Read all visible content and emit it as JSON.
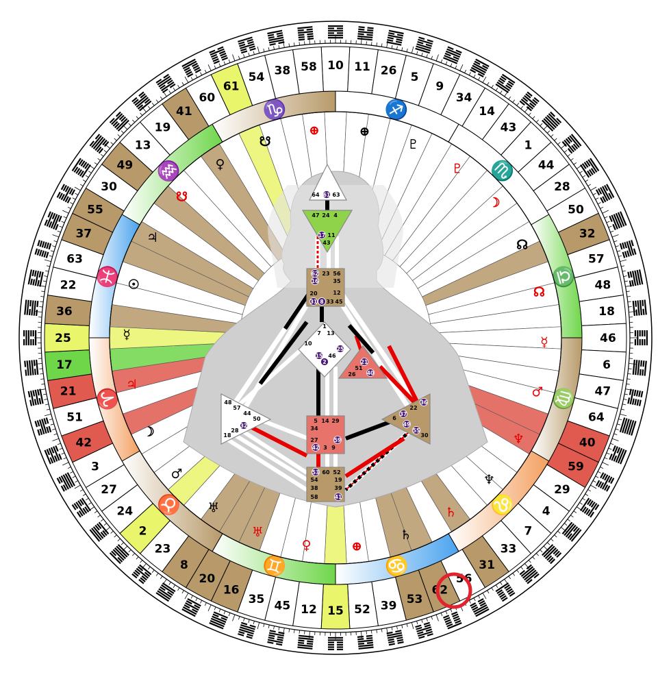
{
  "colors": {
    "personality": "#000000",
    "design": "#e60000",
    "undefined_center": "#ffffff",
    "head": "#ffffff",
    "ajna": "#8fd34a",
    "g_center": "#ffffff",
    "root": "#b89a6a",
    "sacral": "#e8736a",
    "solar_plexus": "#b89a6a",
    "heart": "#e8736a",
    "spleen": "#ffffff",
    "throat": "#b89a6a",
    "body": "#c8c8c8",
    "highlight_ring": "#e0232d"
  },
  "outer_gates": [
    {
      "gate": "10",
      "color": "none"
    },
    {
      "gate": "11",
      "color": "none"
    },
    {
      "gate": "26",
      "color": "none"
    },
    {
      "gate": "5",
      "color": "none"
    },
    {
      "gate": "9",
      "color": "none"
    },
    {
      "gate": "34",
      "color": "none"
    },
    {
      "gate": "14",
      "color": "none"
    },
    {
      "gate": "43",
      "color": "none"
    },
    {
      "gate": "1",
      "color": "none"
    },
    {
      "gate": "44",
      "color": "none"
    },
    {
      "gate": "28",
      "color": "none"
    },
    {
      "gate": "50",
      "color": "none"
    },
    {
      "gate": "32",
      "color": "brown"
    },
    {
      "gate": "57",
      "color": "none"
    },
    {
      "gate": "48",
      "color": "none"
    },
    {
      "gate": "18",
      "color": "none"
    },
    {
      "gate": "46",
      "color": "none"
    },
    {
      "gate": "6",
      "color": "none"
    },
    {
      "gate": "47",
      "color": "none"
    },
    {
      "gate": "64",
      "color": "none"
    },
    {
      "gate": "40",
      "color": "red"
    },
    {
      "gate": "59",
      "color": "red"
    },
    {
      "gate": "29",
      "color": "none"
    },
    {
      "gate": "4",
      "color": "none"
    },
    {
      "gate": "7",
      "color": "none"
    },
    {
      "gate": "33",
      "color": "none"
    },
    {
      "gate": "31",
      "color": "brown"
    },
    {
      "gate": "56",
      "color": "none"
    },
    {
      "gate": "62",
      "color": "brown"
    },
    {
      "gate": "53",
      "color": "brown"
    },
    {
      "gate": "39",
      "color": "none"
    },
    {
      "gate": "52",
      "color": "none"
    },
    {
      "gate": "15",
      "color": "yellow"
    },
    {
      "gate": "12",
      "color": "none"
    },
    {
      "gate": "45",
      "color": "none"
    },
    {
      "gate": "35",
      "color": "none"
    },
    {
      "gate": "16",
      "color": "brown"
    },
    {
      "gate": "20",
      "color": "brown"
    },
    {
      "gate": "8",
      "color": "brown"
    },
    {
      "gate": "23",
      "color": "none"
    },
    {
      "gate": "2",
      "color": "yellow"
    },
    {
      "gate": "24",
      "color": "none"
    },
    {
      "gate": "27",
      "color": "none"
    },
    {
      "gate": "3",
      "color": "none"
    },
    {
      "gate": "42",
      "color": "red"
    },
    {
      "gate": "51",
      "color": "none"
    },
    {
      "gate": "21",
      "color": "red"
    },
    {
      "gate": "17",
      "color": "green"
    },
    {
      "gate": "25",
      "color": "yellow"
    },
    {
      "gate": "36",
      "color": "brown"
    },
    {
      "gate": "22",
      "color": "none"
    },
    {
      "gate": "63",
      "color": "none"
    },
    {
      "gate": "37",
      "color": "brown"
    },
    {
      "gate": "55",
      "color": "brown"
    },
    {
      "gate": "30",
      "color": "none"
    },
    {
      "gate": "49",
      "color": "brown"
    },
    {
      "gate": "13",
      "color": "none"
    },
    {
      "gate": "19",
      "color": "none"
    },
    {
      "gate": "41",
      "color": "brown"
    },
    {
      "gate": "60",
      "color": "none"
    },
    {
      "gate": "61",
      "color": "yellow"
    },
    {
      "gate": "54",
      "color": "none"
    },
    {
      "gate": "38",
      "color": "none"
    },
    {
      "gate": "58",
      "color": "none"
    }
  ],
  "zodiac_signs": [
    {
      "symbol": "♐",
      "color": "none"
    },
    {
      "symbol": "♏",
      "color": "none"
    },
    {
      "symbol": "♎",
      "color": "green"
    },
    {
      "symbol": "♍",
      "color": "brown"
    },
    {
      "symbol": "♌",
      "color": "orange"
    },
    {
      "symbol": "♋",
      "color": "blue"
    },
    {
      "symbol": "♊",
      "color": "green"
    },
    {
      "symbol": "♉",
      "color": "brown"
    },
    {
      "symbol": "♈",
      "color": "orange"
    },
    {
      "symbol": "♓",
      "color": "blue"
    },
    {
      "symbol": "♒",
      "color": "green"
    },
    {
      "symbol": "♑",
      "color": "brown"
    }
  ],
  "planets": [
    {
      "symbol": "⊕",
      "color": "#000000"
    },
    {
      "symbol": "♇",
      "color": "#000000"
    },
    {
      "symbol": "♇",
      "color": "#e60000"
    },
    {
      "symbol": "☽",
      "color": "#e60000"
    },
    {
      "symbol": "☊",
      "color": "#000000"
    },
    {
      "symbol": "☊",
      "color": "#e60000"
    },
    {
      "symbol": "☿",
      "color": "#e60000"
    },
    {
      "symbol": "♂",
      "color": "#e60000"
    },
    {
      "symbol": "♆",
      "color": "#e60000"
    },
    {
      "symbol": "♆",
      "color": "#000000"
    },
    {
      "symbol": "♄",
      "color": "#e60000"
    },
    {
      "symbol": "♄",
      "color": "#000000"
    },
    {
      "symbol": "⊕",
      "color": "#e60000"
    },
    {
      "symbol": "♀",
      "color": "#e60000"
    },
    {
      "symbol": "♅",
      "color": "#e60000"
    },
    {
      "symbol": "♅",
      "color": "#000000"
    },
    {
      "symbol": "♂",
      "color": "#000000"
    },
    {
      "symbol": "☽",
      "color": "#000000"
    },
    {
      "symbol": "♃",
      "color": "#e60000"
    },
    {
      "symbol": "☿",
      "color": "#000000"
    },
    {
      "symbol": "☉",
      "color": "#000000"
    },
    {
      "symbol": "♃",
      "color": "#000000"
    },
    {
      "symbol": "☋",
      "color": "#e60000"
    },
    {
      "symbol": "♀",
      "color": "#000000"
    },
    {
      "symbol": "☋",
      "color": "#000000"
    },
    {
      "symbol": "⊕",
      "color": "#e60000"
    }
  ],
  "centers": {
    "head": [
      "64",
      "61",
      "63"
    ],
    "ajna": [
      "47",
      "24",
      "4",
      "17",
      "11",
      "43"
    ],
    "throat": [
      "62",
      "23",
      "56",
      "16",
      "35",
      "12",
      "20",
      "31",
      "8",
      "33",
      "45"
    ],
    "g": [
      "1",
      "7",
      "13",
      "10",
      "15",
      "2",
      "25",
      "46"
    ],
    "heart": [
      "21",
      "51",
      "26",
      "40"
    ],
    "spleen": [
      "48",
      "57",
      "44",
      "50",
      "32",
      "28",
      "18"
    ],
    "solar_plexus": [
      "36",
      "22",
      "37",
      "6",
      "49",
      "55",
      "30"
    ],
    "sacral": [
      "5",
      "14",
      "29",
      "34",
      "27",
      "59",
      "42",
      "3",
      "9"
    ],
    "root": [
      "53",
      "60",
      "52",
      "54",
      "19",
      "38",
      "39",
      "58",
      "41"
    ]
  },
  "highlighted_gate": "62"
}
